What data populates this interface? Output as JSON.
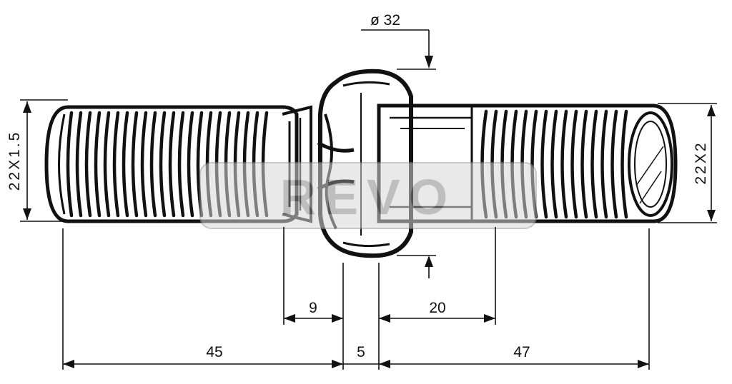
{
  "drawing": {
    "diameter_label": "ø 32",
    "left_thread_label": "22X1.5",
    "right_thread_label": "22X2",
    "dimensions": {
      "left_length": "45",
      "collar_width": "5",
      "right_length": "47",
      "neck_length": "9",
      "shank_length": "20"
    }
  },
  "watermark": {
    "text": "REVO",
    "color": "#b0b0b0"
  },
  "colors": {
    "ink": "#111111",
    "background": "#ffffff"
  }
}
